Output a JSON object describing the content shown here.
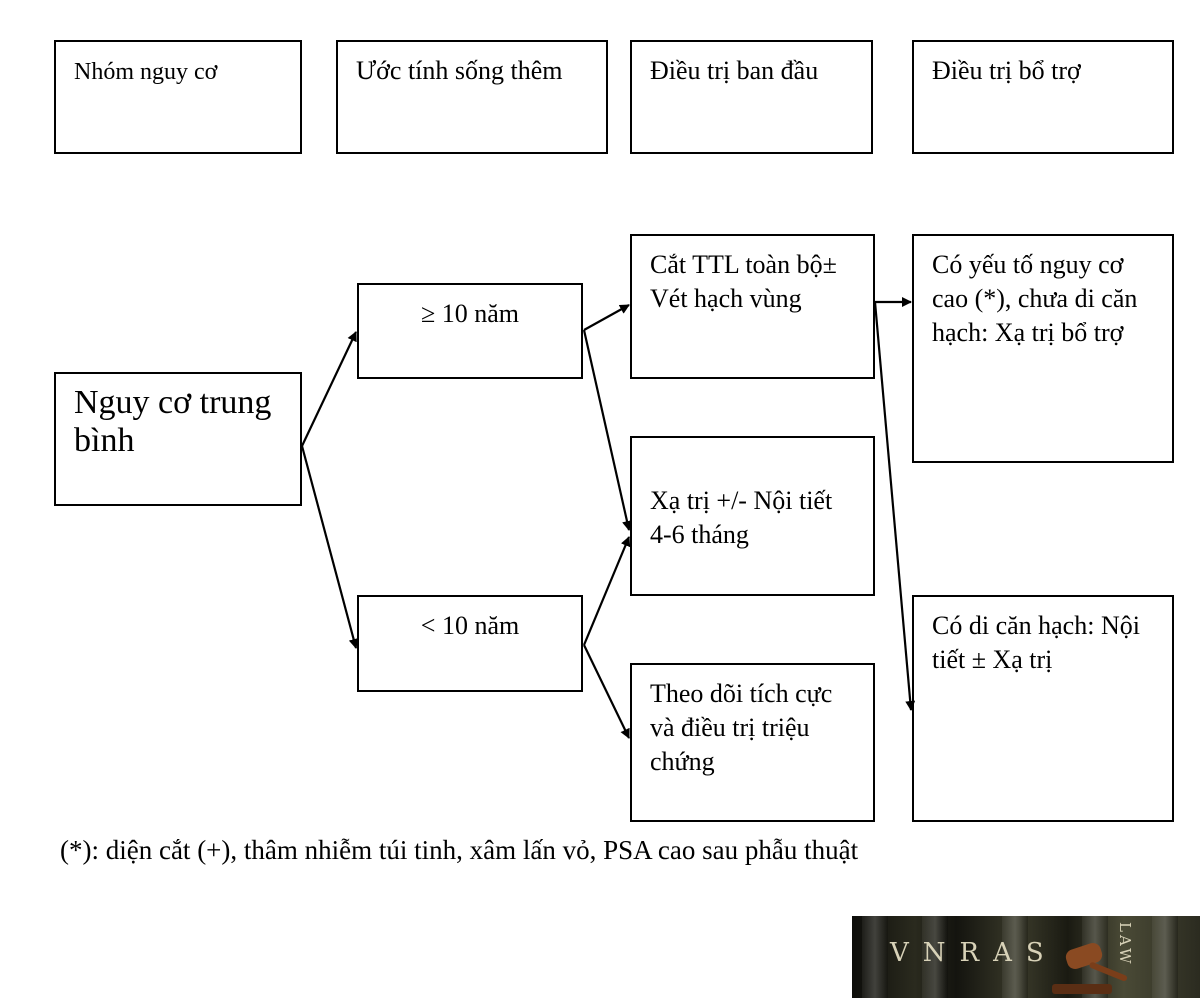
{
  "headers": {
    "risk_group": "Nhóm nguy cơ",
    "life_expectancy": "Ước tính sống thêm",
    "initial_treatment": "Điều trị ban đầu",
    "adjuvant_treatment": "Điều trị bổ trợ"
  },
  "nodes": {
    "risk": "Nguy cơ trung bình",
    "ge10": "≥ 10 năm",
    "lt10": "< 10 năm",
    "surgery": "Cắt TTL toàn bộ± Vét hạch vùng",
    "radiation": "Xạ trị +/- Nội tiết 4-6 tháng",
    "watch": "Theo dõi tích cực và điều trị triệu chứng",
    "high_risk_adjuvant": "Có yếu tố nguy cơ cao (*), chưa di căn hạch: Xạ trị bổ trợ",
    "node_metastasis": "Có di căn hạch: Nội tiết ± Xạ trị"
  },
  "footnote": "(*): diện cắt (+), thâm nhiễm túi tinh, xâm lấn vỏ, PSA cao sau phẫu thuật",
  "logo": {
    "letters": "VNRAS",
    "law": "LAW"
  }
}
